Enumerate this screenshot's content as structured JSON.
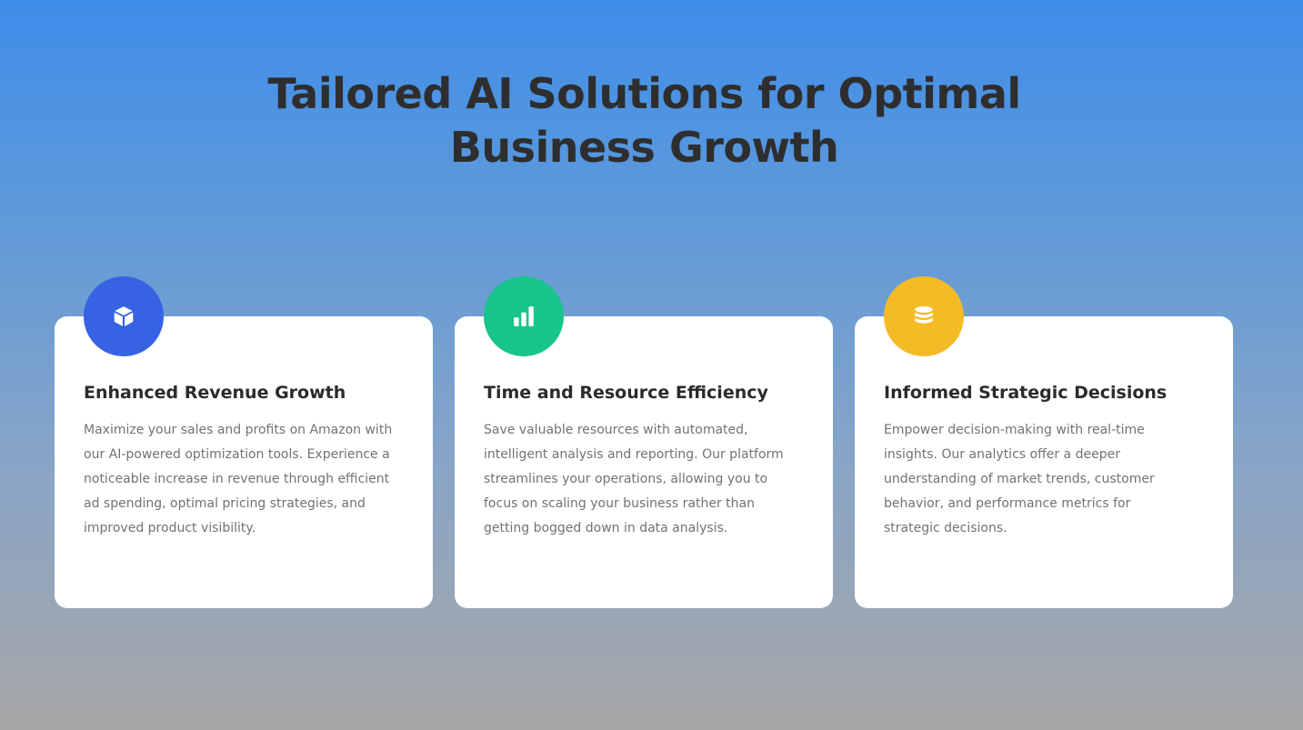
{
  "hero": {
    "title_line_1": "Tailored AI Solutions for Optimal",
    "title_line_2": "Business Growth"
  },
  "cards": [
    {
      "icon": "cube-icon",
      "icon_color": "#3563e4",
      "title": "Enhanced Revenue Growth",
      "lines": [
        "Maximize your sales and profits on Amazon with",
        "our AI-powered optimization tools. Experience a",
        "noticeable increase in revenue through efficient",
        "ad spending, optimal pricing strategies, and",
        "improved product visibility."
      ]
    },
    {
      "icon": "bar-chart-icon",
      "icon_color": "#17c48a",
      "title": "Time and Resource Efficiency",
      "lines": [
        "Save valuable resources with automated,",
        "intelligent analysis and reporting. Our platform",
        "streamlines your operations, allowing you to",
        "focus on scaling your business rather than",
        "getting bogged down in data analysis."
      ]
    },
    {
      "icon": "database-icon",
      "icon_color": "#f5bb27",
      "title": "Informed Strategic Decisions",
      "lines": [
        "Empower decision-making with real-time",
        "insights. Our analytics offer a deeper",
        "understanding of market trends, customer",
        "behavior, and performance metrics for",
        "strategic decisions."
      ]
    }
  ]
}
